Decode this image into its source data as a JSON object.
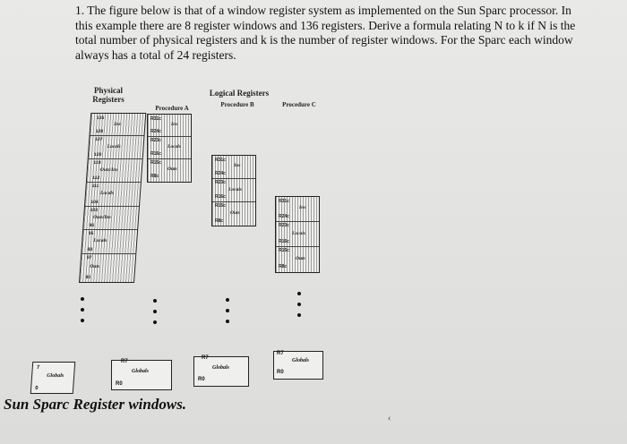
{
  "problem": {
    "text": "1. The figure below is that of a window register system as implemented on the Sun Sparc processor. In this example there are 8 register windows and 136 registers. Derive a formula relating N to k if N is the total number of physical registers and k is the number of register windows. For the Sparc each window always has a total of 24 registers."
  },
  "figure": {
    "physical_header": "Physical Registers",
    "logical_header": "Logical Registers",
    "procedure_a": "Procedure A",
    "procedure_b": "Procedure B",
    "procedure_c": "Procedure C",
    "physical_numbers": [
      "135",
      "128",
      "127",
      "120",
      "119",
      "112",
      "111",
      "104",
      "103",
      "96",
      "95",
      "88",
      "87",
      "80"
    ],
    "physical_labels": [
      "Ins",
      "Locals",
      "Outs/Ins",
      "Locals",
      "Outs/Ins",
      "Locals",
      "Outs"
    ],
    "window_regs": [
      "R31c",
      "R24c",
      "R23c",
      "R16c",
      "R15c",
      "R8c"
    ],
    "window_labels": [
      "Ins",
      "Locals",
      "Outs"
    ],
    "globals_label": "Globals",
    "r7": "R7",
    "r0": "R0",
    "g7": "7",
    "g0": "0"
  },
  "caption": "Sun Sparc Register windows.",
  "pen_mark": "‹"
}
